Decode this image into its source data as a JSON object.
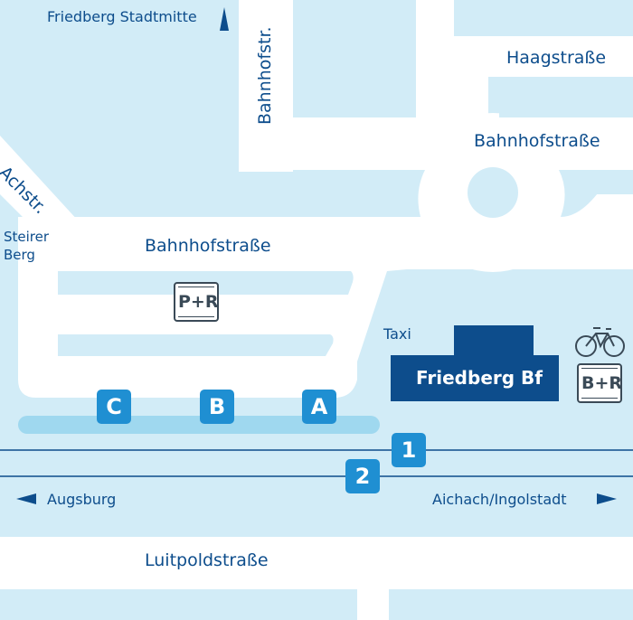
{
  "streets": {
    "friedberg_stadtmitte": "Friedberg Stadtmitte",
    "haagstrasse": "Haagstraße",
    "bahnhofstrasse_upper": "Bahnhofstraße",
    "bahnhofstr_vertical": "Bahnhofstr.",
    "achstr": "Achstr.",
    "steirer_berg_line1": "Steirer",
    "steirer_berg_line2": "Berg",
    "bahnhofstrasse_lower": "Bahnhofstraße",
    "luitpoldstrasse": "Luitpoldstraße"
  },
  "station": {
    "name": "Friedberg Bf",
    "taxi": "Taxi",
    "park_ride": "P+R",
    "bike_ride": "B+R"
  },
  "bus_stops": [
    "C",
    "B",
    "A"
  ],
  "platforms": [
    "1",
    "2"
  ],
  "directions": {
    "west": "Augsburg",
    "east": "Aichach/Ingolstadt"
  },
  "colors": {
    "background": "#d2ecf7",
    "road": "#ffffff",
    "label": "#0d4d8c",
    "badge": "#1f8fd2",
    "station": "#0d4d8c",
    "bus_platform": "#9fd8ef",
    "rail": "#0d4d8c"
  }
}
